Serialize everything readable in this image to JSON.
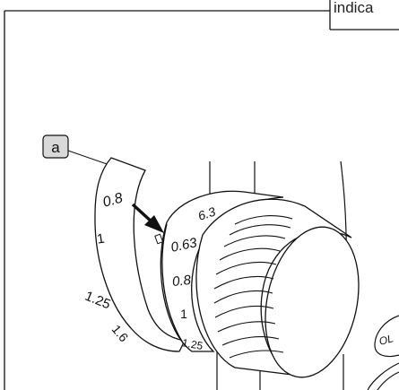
{
  "header": {
    "text": "indica"
  },
  "callout": {
    "label": "a"
  },
  "tape_scale": [
    "0.8",
    "1",
    "1.25",
    "1.6"
  ],
  "knob_scale": [
    "6.3",
    "0.63",
    "0.8",
    "1",
    "1.25"
  ],
  "side_label": "OL",
  "colors": {
    "line": "#111111",
    "callout_fill": "#d9d9d9",
    "background": "#ffffff"
  }
}
